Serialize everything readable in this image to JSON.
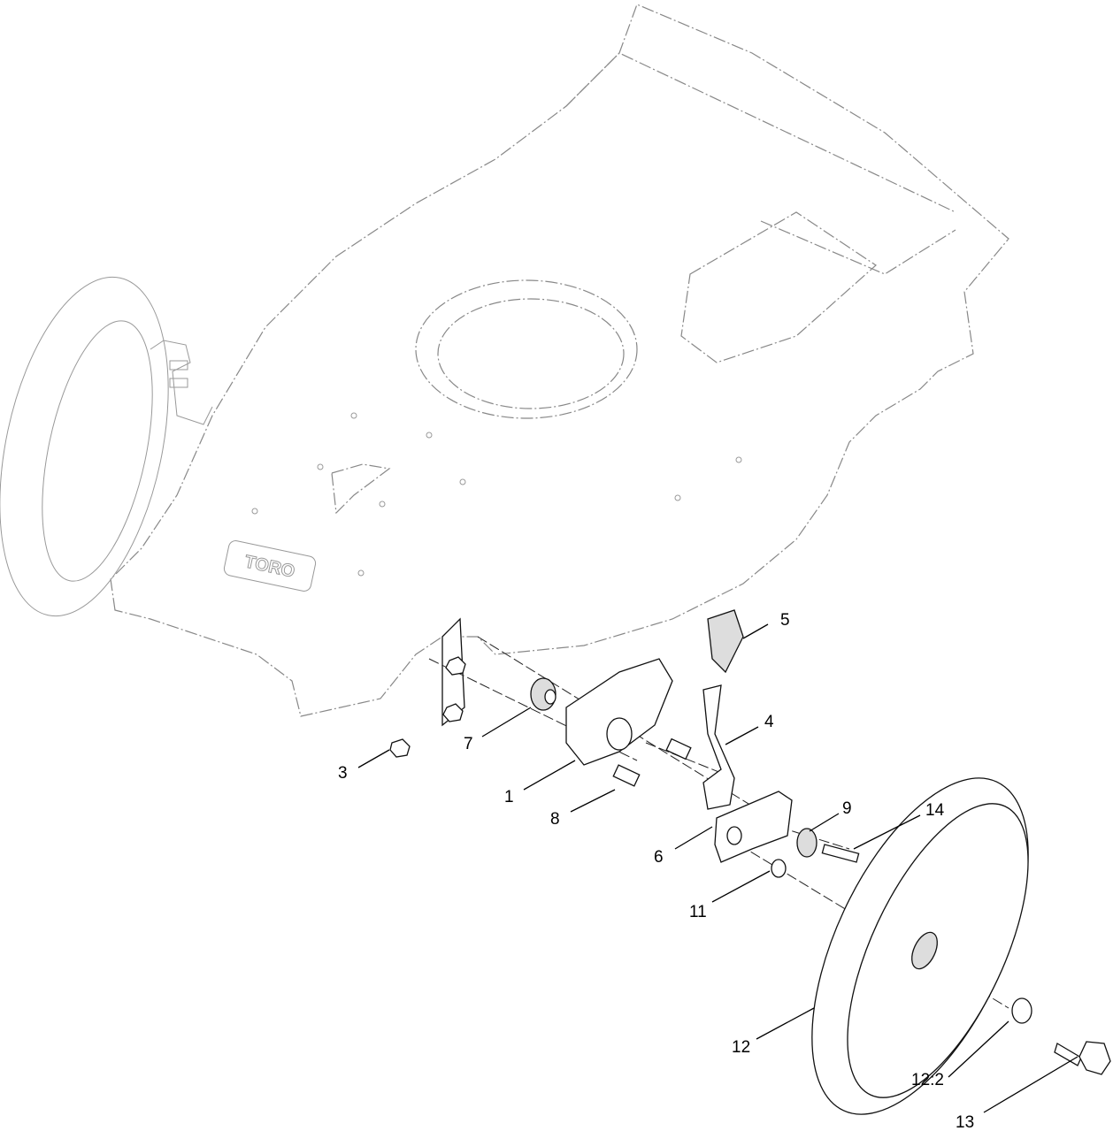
{
  "diagram": {
    "logo_text": "TORO",
    "callouts": [
      {
        "id": "5",
        "label": "5"
      },
      {
        "id": "4",
        "label": "4"
      },
      {
        "id": "7",
        "label": "7"
      },
      {
        "id": "3",
        "label": "3"
      },
      {
        "id": "1",
        "label": "1"
      },
      {
        "id": "8",
        "label": "8"
      },
      {
        "id": "9",
        "label": "9"
      },
      {
        "id": "14",
        "label": "14"
      },
      {
        "id": "6",
        "label": "6"
      },
      {
        "id": "11",
        "label": "11"
      },
      {
        "id": "12",
        "label": "12"
      },
      {
        "id": "12_2",
        "label": "12:2"
      },
      {
        "id": "13",
        "label": "13"
      }
    ]
  }
}
